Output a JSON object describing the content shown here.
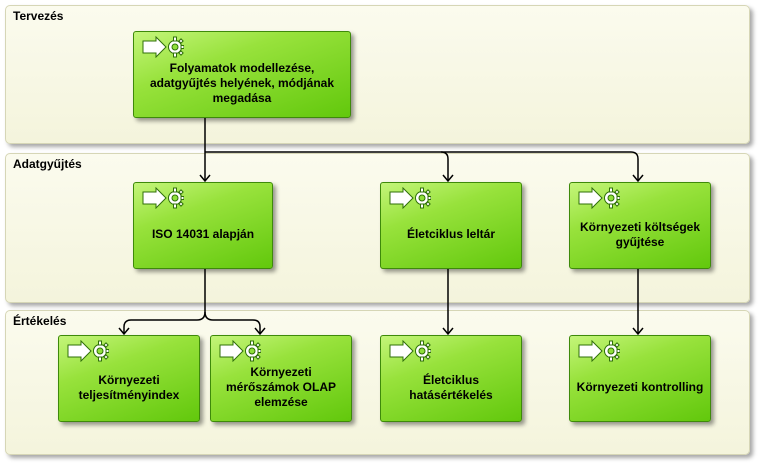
{
  "lanes": {
    "planning": "Tervezés",
    "collection": "Adatgyűjtés",
    "evaluation": "Értékelés"
  },
  "processes": {
    "modeling": "Folyamatok modellezése, adatgyűjtés helyének, módjának megadása",
    "iso": "ISO 14031 alapján",
    "lca_inventory": "Életciklus leltár",
    "cost_collection": "Környezeti költségek gyűjtése",
    "performance_index": "Környezeti teljesítményindex",
    "olap": "Környezeti mérőszámok OLAP elemzése",
    "lca_impact": "Életciklus hatásértékelés",
    "controlling": "Környezeti kontrolling"
  },
  "icon": "process-arrow-gear-icon",
  "colors": {
    "process_fill": "#8fe03a",
    "process_border": "#3e8a0a",
    "lane_fill": "#f7f7e4",
    "connector": "#000000"
  }
}
